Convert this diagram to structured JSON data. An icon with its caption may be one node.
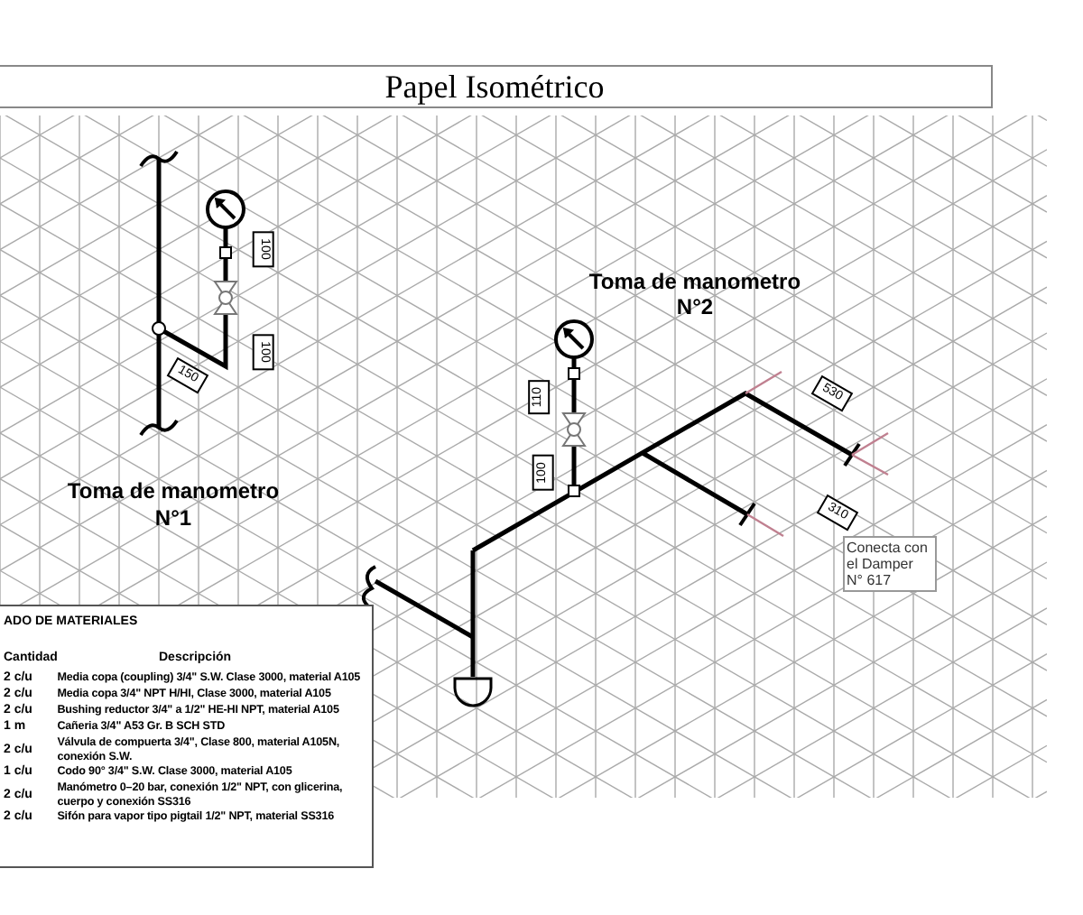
{
  "diagram": {
    "title": "Papel Isométrico",
    "labels": [
      "100",
      "Toma de manometro",
      "N°2",
      "100",
      "150",
      "110",
      "530",
      "100",
      "Toma de manometro",
      "N°1",
      "310",
      "Conecta con el Damper N° 617",
      "ADO DE MATERIALES",
      "Cantidad",
      "Descripción",
      "2 c/u",
      "Media copa (coupling) 3/4\" S.W. Clase 3000, material A105",
      "2 c/u",
      "Media copa 3/4\" NPT H/HI, Clase 3000, material A105",
      "2 c/u",
      "Bushing reductor 3/4\" a 1/2\" HE-HI NPT, material A105",
      "1 m",
      "Cañeria 3/4\" A53 Gr. B SCH STD",
      "2 c/u",
      "Válvula de compuerta 3/4\", Clase 800, material A105N, conexión S.W.",
      "1 c/u",
      "Codo 90° 3/4\" S.W. Clase 3000, material A105",
      "2 c/u",
      "Manómetro 0–20 bar, conexión 1/2\" NPT, con glicerina, cuerpo y conexión SS316",
      "2 c/u",
      "Sifón para vapor tipo pigtail 1/2\" NPT, material SS316"
    ]
  }
}
